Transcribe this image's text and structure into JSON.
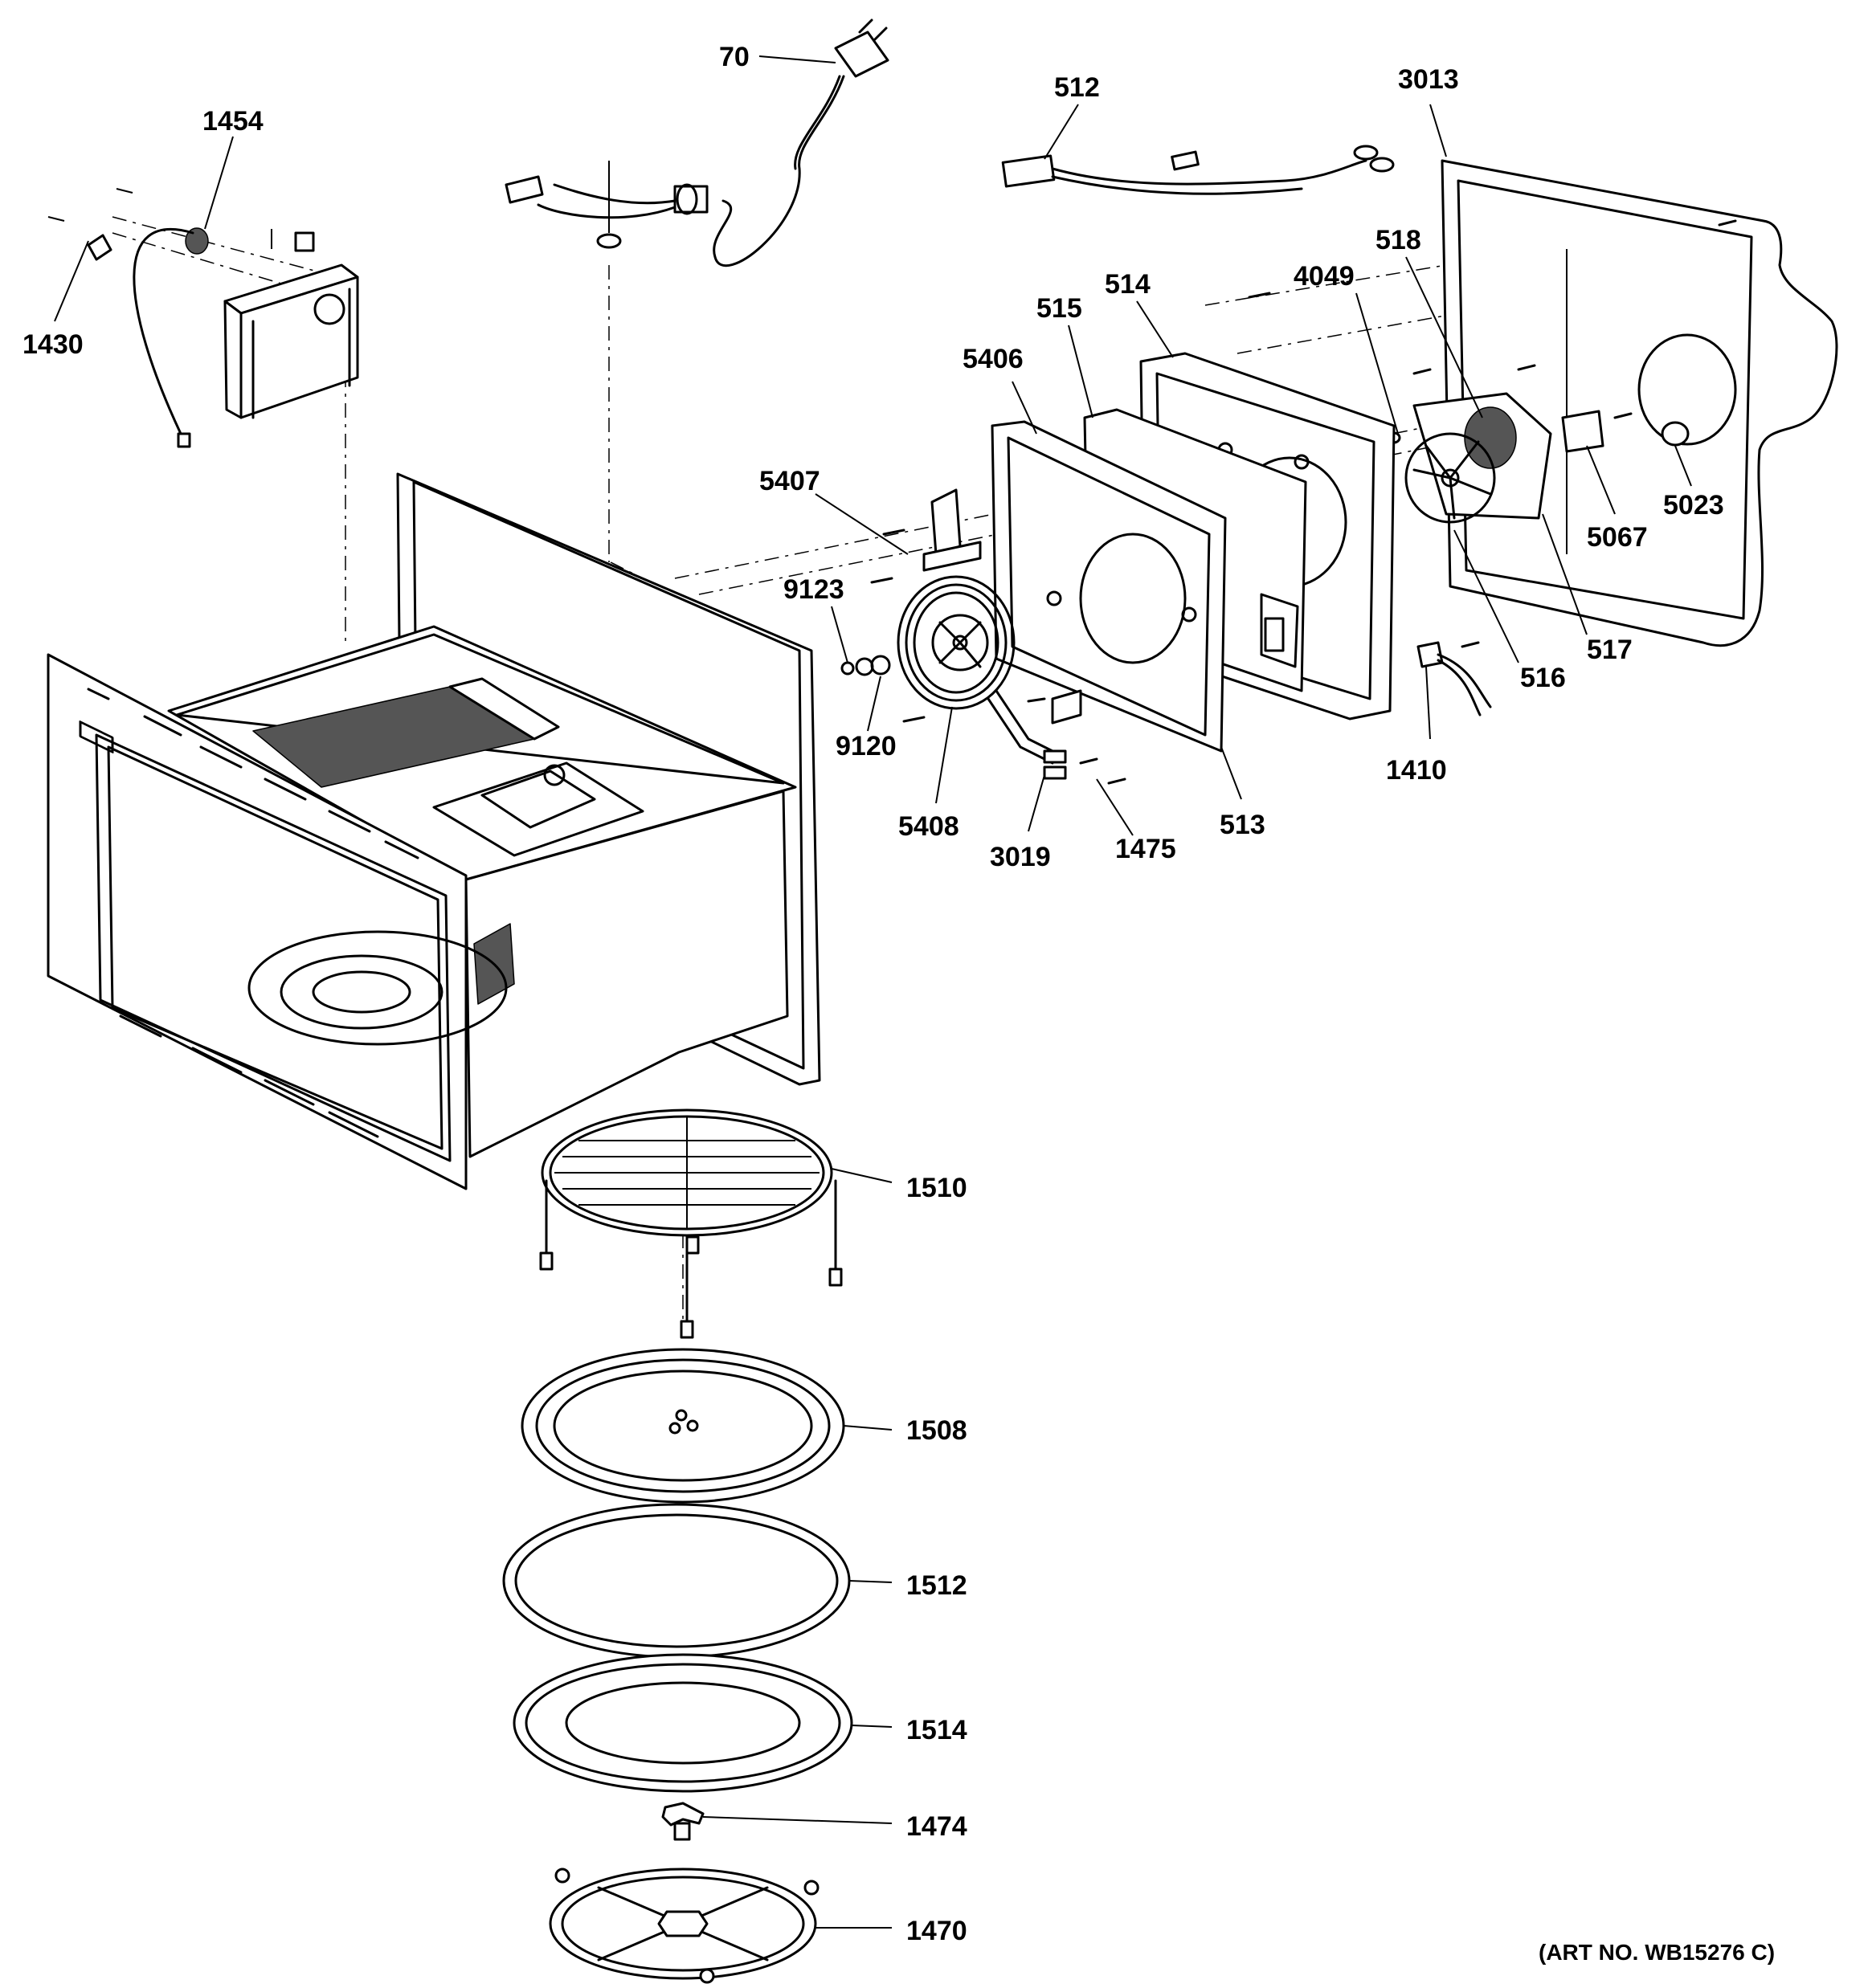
{
  "diagram": {
    "art_number": "(ART NO. WB15276 C)",
    "callouts": {
      "c70": "70",
      "c512": "512",
      "c3013": "3013",
      "c1454": "1454",
      "c1430": "1430",
      "c518": "518",
      "c4049": "4049",
      "c514": "514",
      "c515": "515",
      "c5406": "5406",
      "c5407": "5407",
      "c9123": "9123",
      "c9120": "9120",
      "c5408": "5408",
      "c3019": "3019",
      "c1475": "1475",
      "c513": "513",
      "c516": "516",
      "c517": "517",
      "c5067": "5067",
      "c5023": "5023",
      "c1410": "1410",
      "c1510": "1510",
      "c1508": "1508",
      "c1512": "1512",
      "c1514": "1514",
      "c1474": "1474",
      "c1470": "1470"
    }
  }
}
